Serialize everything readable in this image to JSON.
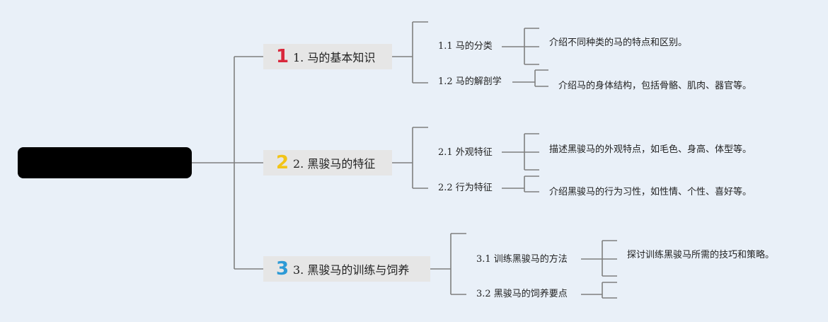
{
  "colors": {
    "line": "#7f7f7f",
    "num1": "#d9283c",
    "num2": "#f2c417",
    "num3": "#2d9ad6"
  },
  "branches": [
    {
      "num": "1",
      "label": "1. 马的基本知识",
      "subs": [
        {
          "label": "1.1 马的分类",
          "desc": "介绍不同种类的马的特点和区别。"
        },
        {
          "label": "1.2 马的解剖学",
          "desc": "介绍马的身体结构，包括骨骼、肌肉、器官等。"
        }
      ]
    },
    {
      "num": "2",
      "label": "2. 黑骏马的特征",
      "subs": [
        {
          "label": "2.1 外观特征",
          "desc": "描述黑骏马的外观特点，如毛色、身高、体型等。"
        },
        {
          "label": "2.2 行为特征",
          "desc": "介绍黑骏马的行为习性，如性情、个性、喜好等。"
        }
      ]
    },
    {
      "num": "3",
      "label": "3. 黑骏马的训练与饲养",
      "subs": [
        {
          "label": "3.1 训练黑骏马的方法",
          "desc": "探讨训练黑骏马所需的技巧和策略。"
        },
        {
          "label": "3.2 黑骏马的饲养要点",
          "desc": ""
        }
      ]
    }
  ]
}
